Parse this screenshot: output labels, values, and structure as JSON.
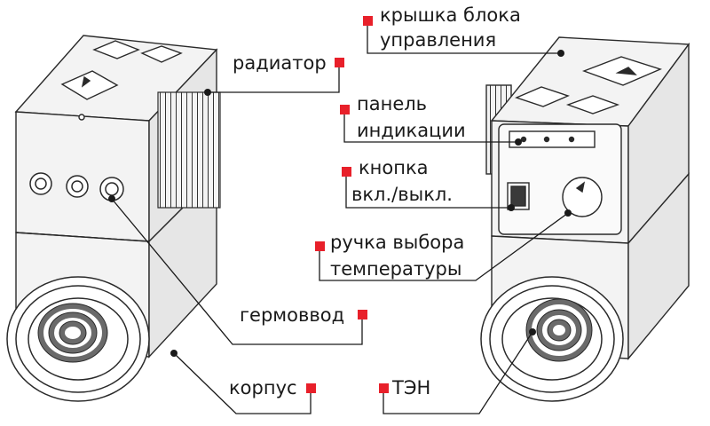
{
  "colors": {
    "marker": "#e8202a",
    "line": "#1a1a1a",
    "device_fill": "#f2f2f2",
    "device_stroke": "#2a2a2a"
  },
  "labels": {
    "radiator": "радиатор",
    "cover_line1": "крышка блока",
    "cover_line2": "управления",
    "panel_line1": "панель",
    "panel_line2": "индикации",
    "button_line1": "кнопка",
    "button_line2": "вкл./выкл.",
    "knob_line1": "ручка выбора",
    "knob_line2": "температуры",
    "gland": "гермоввод",
    "body": "корпус",
    "heater": "ТЭН"
  }
}
